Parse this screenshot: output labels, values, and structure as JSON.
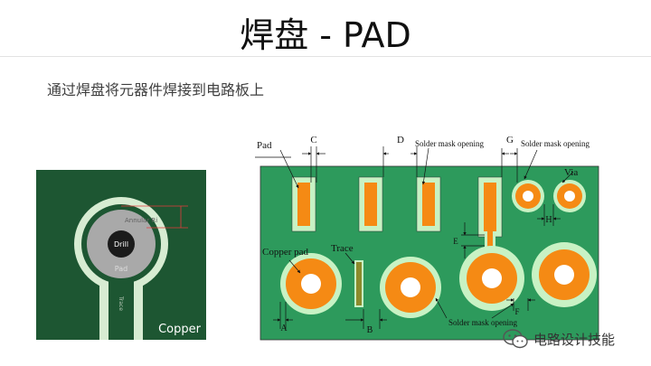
{
  "header": {
    "title": "焊盘 - PAD"
  },
  "intro": {
    "text": "通过焊盘将元器件焊接到电路板上"
  },
  "left_figure": {
    "labels": {
      "annular_ring": "Annular Ri",
      "drill": "Drill",
      "pad": "Pad",
      "trace": "Trace",
      "copper": "Copper"
    },
    "colors": {
      "board": "#1d5632",
      "pad": "#d7ecd2",
      "ring": "#a9a9a9",
      "drill": "#1b1b1b"
    }
  },
  "right_figure": {
    "labels": {
      "pad": "Pad",
      "c": "C",
      "d": "D",
      "g": "G",
      "solder_mask_opening_1": "Solder mask opening",
      "solder_mask_opening_2": "Solder mask opening",
      "solder_mask_opening_3": "Solder mask opening",
      "via": "Via",
      "h": "H",
      "e": "E",
      "f": "F",
      "copper_pad": "Copper pad",
      "trace": "Trace",
      "a": "A",
      "b": "B"
    },
    "colors": {
      "board": "#2d9a5c",
      "mask_opening": "#c8f2c4",
      "copper": "#f58a14",
      "hole": "#ffffff",
      "trace": "#8c8a2c"
    }
  },
  "watermark": {
    "text": "电路设计技能",
    "icon": "wechat-icon"
  }
}
